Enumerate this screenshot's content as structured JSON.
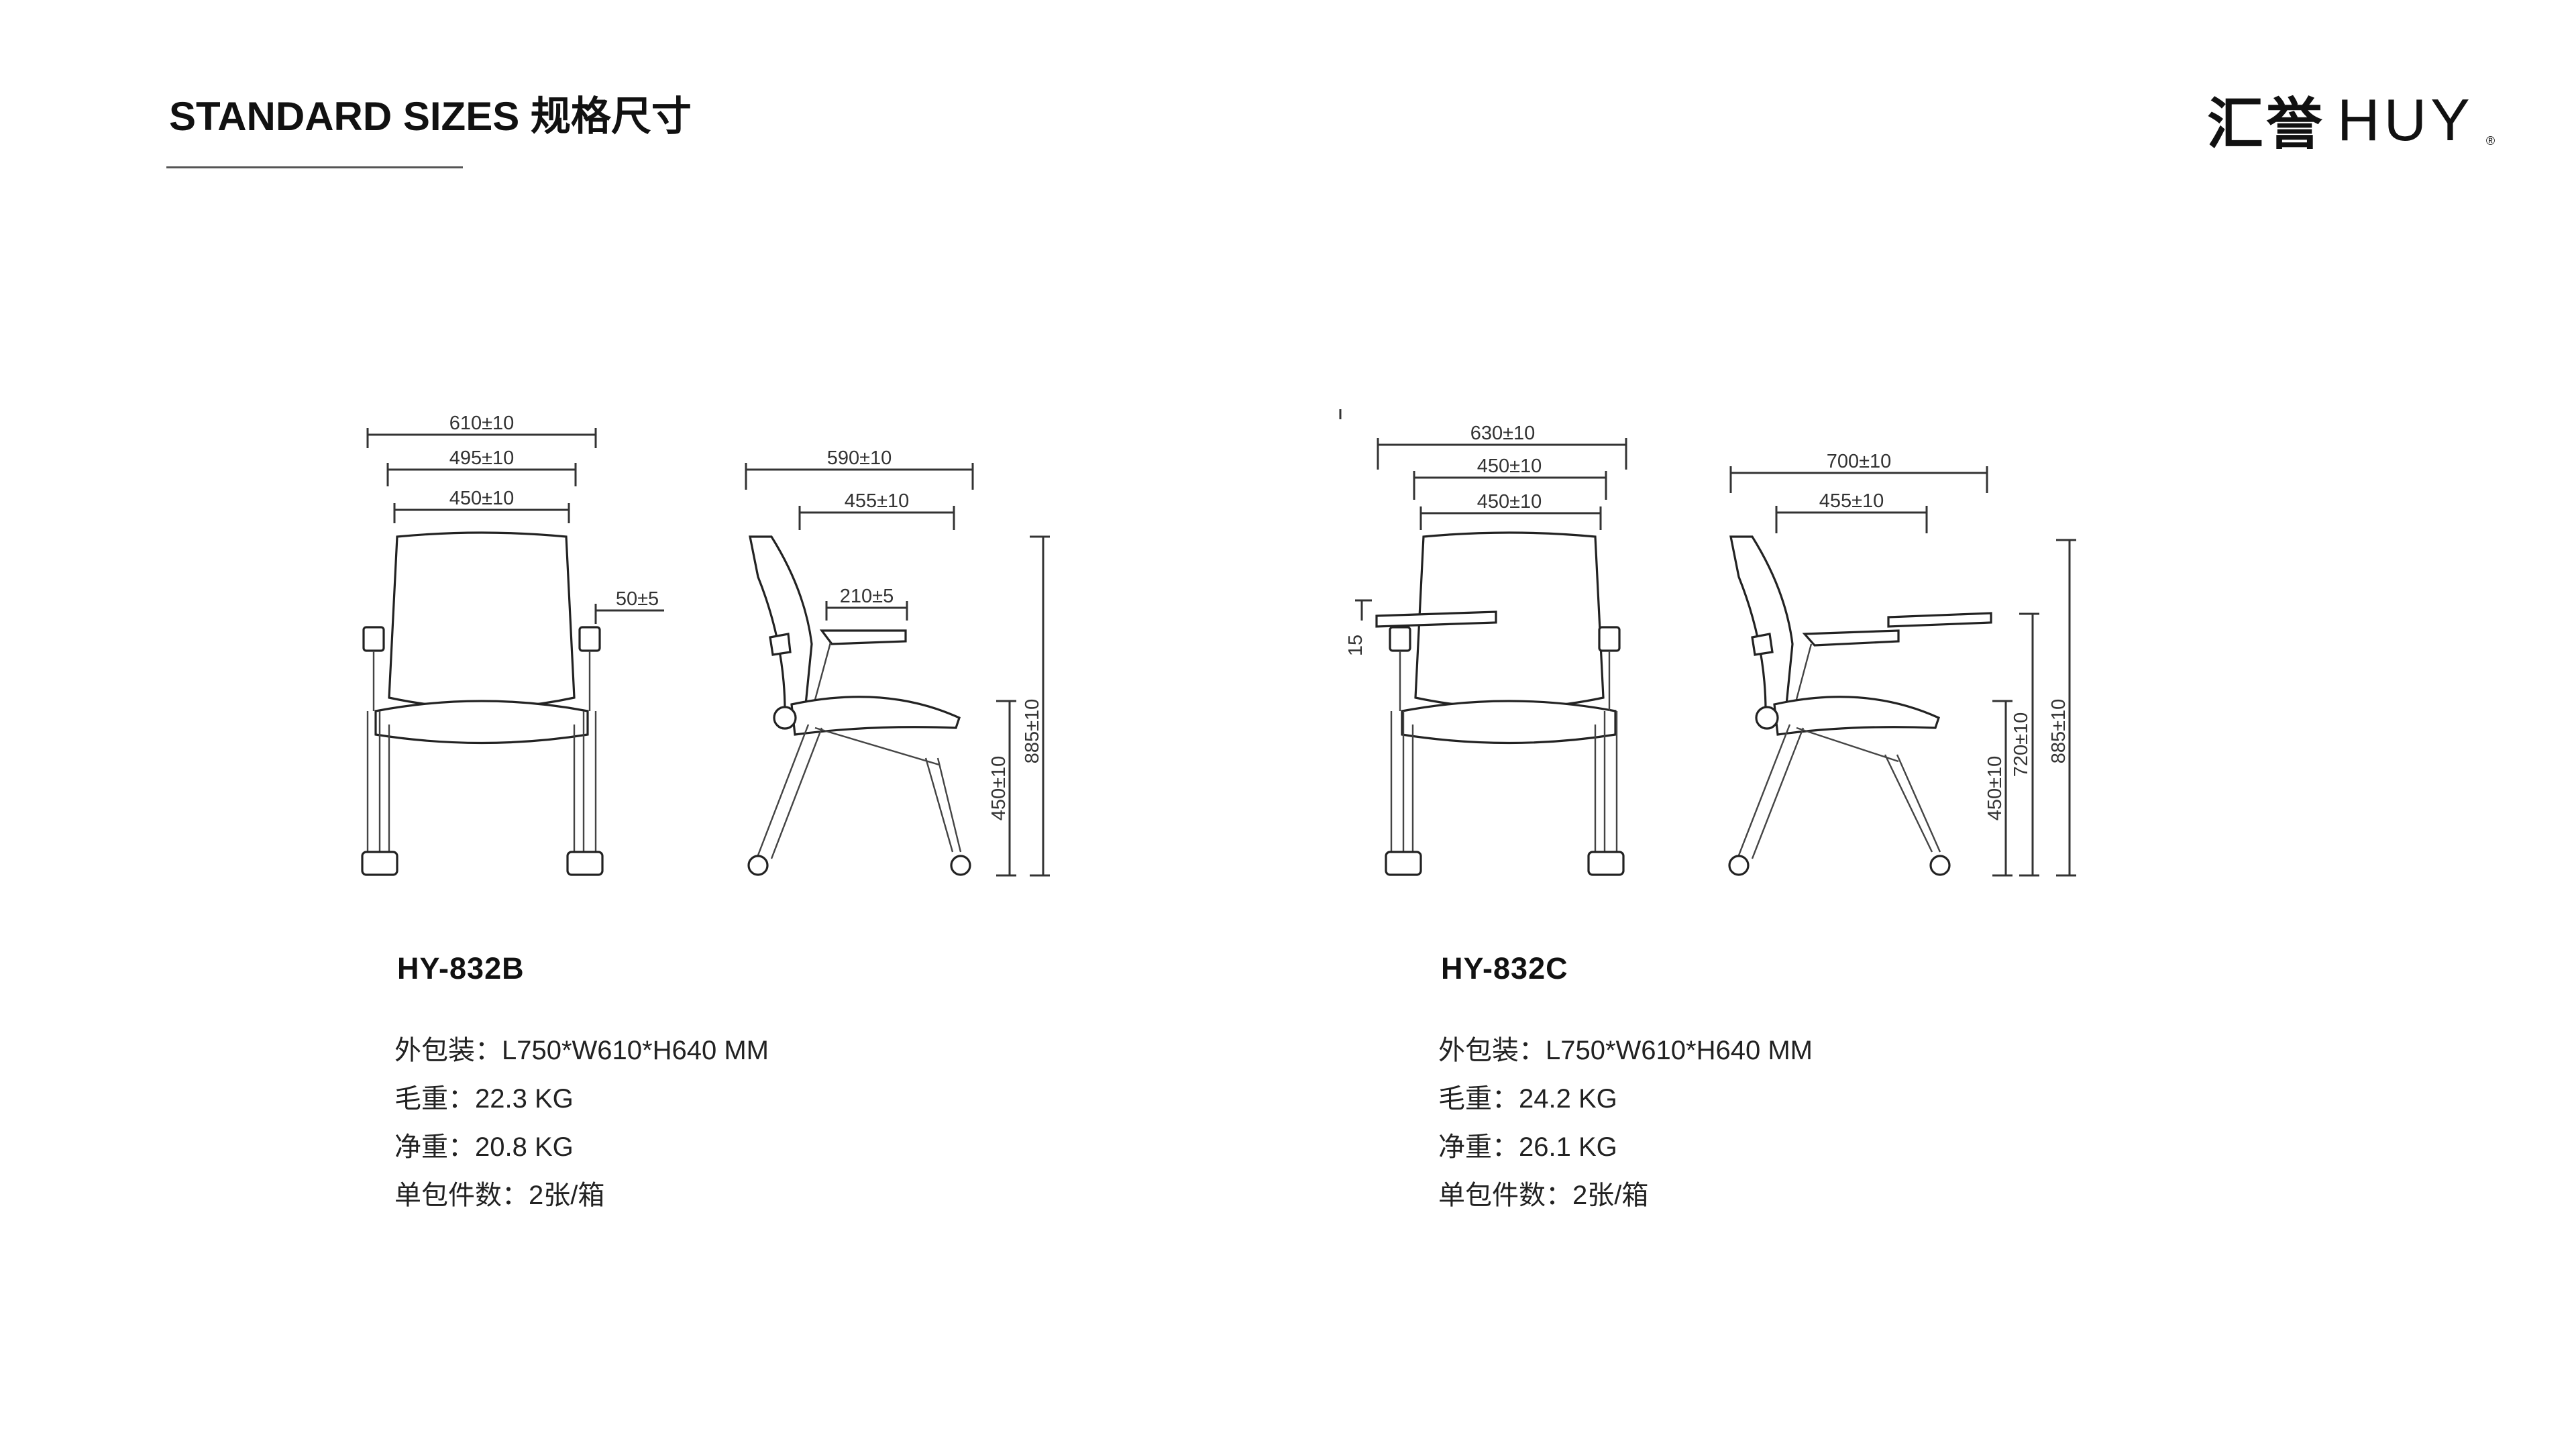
{
  "header": {
    "title": "STANDARD SIZES 规格尺寸",
    "logo_cn": "汇誉",
    "logo_en": "HUY",
    "logo_mark": "®"
  },
  "products": [
    {
      "model": "HY-832B",
      "specs": [
        "外包装：L750*W610*H640 MM",
        "毛重：22.3 KG",
        "净重：20.8 KG",
        "单包件数：2张/箱"
      ],
      "front_dims": [
        "610±10",
        "495±10",
        "450±10",
        "50±5"
      ],
      "side_dims": [
        "590±10",
        "455±10",
        "210±5",
        "885±10",
        "450±10"
      ]
    },
    {
      "model": "HY-832C",
      "specs": [
        "外包装：L750*W610*H640 MM",
        "毛重：24.2 KG",
        "净重：26.1 KG",
        "单包件数：2张/箱"
      ],
      "front_dims": [
        "630±10",
        "450±10",
        "450±10",
        "15"
      ],
      "side_dims": [
        "700±10",
        "455±10",
        "885±10",
        "720±10",
        "450±10"
      ]
    }
  ]
}
